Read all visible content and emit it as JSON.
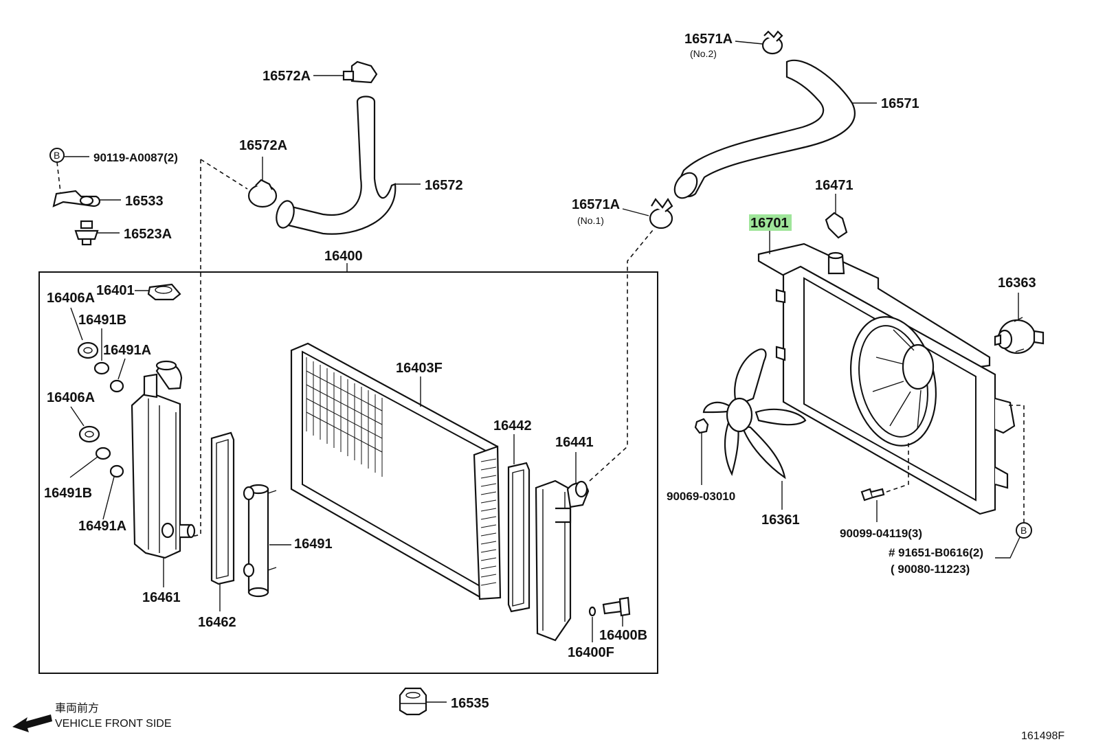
{
  "diagram_id": "161498F",
  "direction": {
    "japanese": "車両前方",
    "english": "VEHICLE FRONT SIDE"
  },
  "callouts": {
    "p16572A_top": "16572A",
    "p16572A_mid": "16572A",
    "p16572": "16572",
    "p90119": "90119-A0087(2)",
    "p16533": "16533",
    "p16523A": "16523A",
    "p16400": "16400",
    "p16401": "16401",
    "p16406A_top": "16406A",
    "p16491B_top": "16491B",
    "p16491A_top": "16491A",
    "p16406A_bot": "16406A",
    "p16491B_bot": "16491B",
    "p16491A_bot": "16491A",
    "p16461": "16461",
    "p16462": "16462",
    "p16491": "16491",
    "p16403F": "16403F",
    "p16442": "16442",
    "p16441": "16441",
    "p16400B": "16400B",
    "p16400F": "16400F",
    "p16535": "16535",
    "p16571A_top": "16571A",
    "p16571A_top_sub": "(No.2)",
    "p16571": "16571",
    "p16571A_mid": "16571A",
    "p16571A_mid_sub": "(No.1)",
    "p16471": "16471",
    "p16701": "16701",
    "p16363": "16363",
    "p90069": "90069-03010",
    "p16361": "16361",
    "p90099": "90099-04119(3)",
    "p91651": "# 91651-B0616(2)",
    "p90080": "( 90080-11223)"
  },
  "bolt_markers": {
    "b1": "B",
    "b2": "B"
  },
  "highlighted_part": "16701",
  "colors": {
    "highlight": "#9fe59a",
    "ink": "#111111"
  }
}
